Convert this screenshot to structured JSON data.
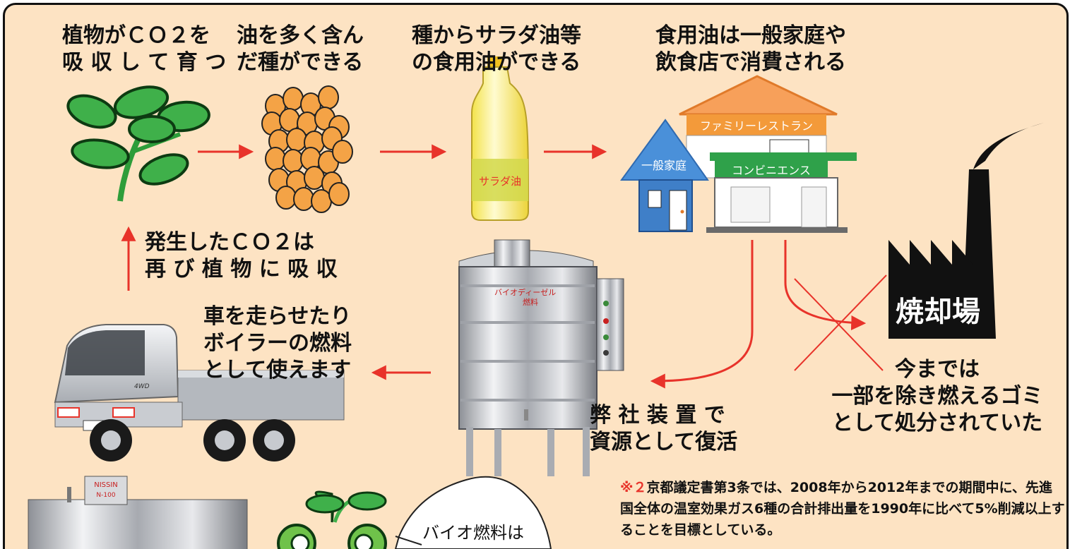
{
  "steps": {
    "plant": [
      "植物がＣＯ２を",
      "吸 収 し て 育 つ"
    ],
    "seed": [
      "油を多く含ん",
      "だ種ができる"
    ],
    "oil": [
      "種からサラダ油等",
      "の食用油ができる"
    ],
    "consume": [
      "食用油は一般家庭や",
      "飲食店で消費される"
    ],
    "co2": [
      "発生したＣＯ２は",
      "再 び 植 物 に 吸 収"
    ],
    "use": [
      "車を走らせたり",
      "ボイラーの燃料",
      "として使えます"
    ],
    "revive": [
      "弊 社 装 置 で",
      "資源として復活"
    ],
    "past": [
      "今までは",
      "一部を除き燃えるゴミ",
      "として処分されていた"
    ]
  },
  "labels": {
    "bottle": "サラダ油",
    "family_restaurant": "ファミリーレストラン",
    "home": "一般家庭",
    "convenience": "コンビニエンス",
    "incinerator": "焼却場",
    "truck_badge": "4WD",
    "machine_plate": "バイオディーゼル",
    "machine_sub": "燃料",
    "nissin": "NISSIN",
    "nissin_model": "N-100",
    "bubble": "バイオ燃料は"
  },
  "note": {
    "mark": "※２",
    "text": "京都議定書第3条では、2008年から2012年までの期間中に、先進国全体の温室効果ガス6種の合計排出量を1990年に比べて5%削減以上することを目標としている。"
  },
  "colors": {
    "background": "#fde3c3",
    "arrow": "#e8332a",
    "leaf": "#2e9d3a",
    "seed": "#f4a346",
    "roof_orange": "#f7a05a",
    "house_blue": "#3f7fc8",
    "conv_green": "#2fa14a",
    "incinerator": "#111111"
  }
}
